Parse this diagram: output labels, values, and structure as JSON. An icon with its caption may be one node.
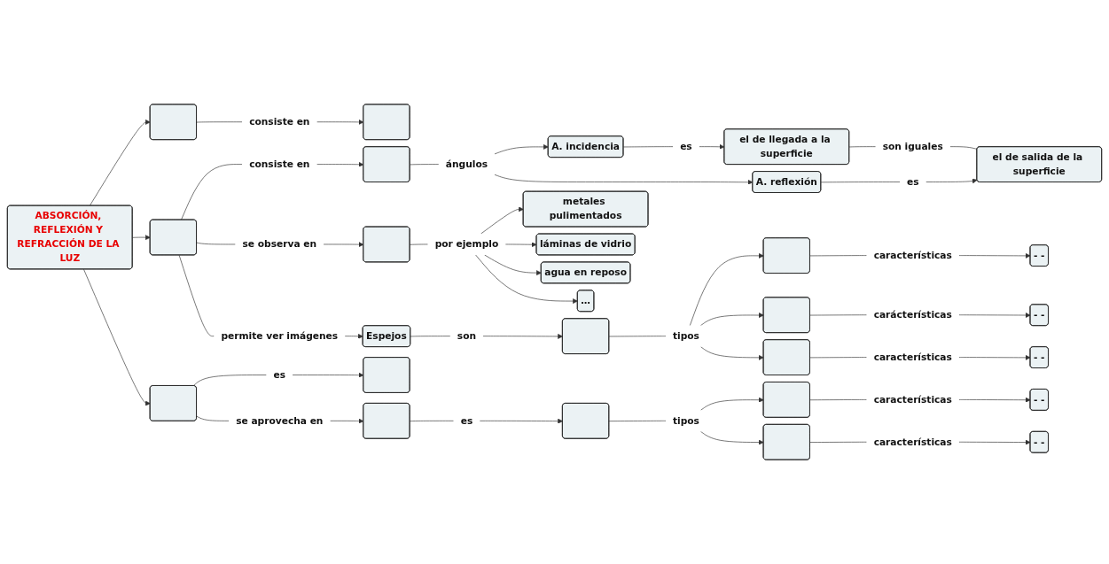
{
  "diagram": {
    "nodes": [
      {
        "text": [
          "ABSORCIÓN, REFLEXIÓN Y REFRACCIÓN DE LA LUZ"
        ]
      },
      {
        "text": [],
        "shape": "box"
      },
      {
        "text": [
          "consiste en"
        ]
      },
      {
        "text": [],
        "shape": "box"
      },
      {
        "text": [],
        "shape": "box"
      },
      {
        "text": [
          "consiste en"
        ]
      },
      {
        "text": [],
        "shape": "box"
      },
      {
        "text": [
          "ángulos"
        ]
      },
      {
        "text": [
          "A. incidencia"
        ]
      },
      {
        "text": [
          "es"
        ]
      },
      {
        "text": [
          "el de llegada a la superficie"
        ]
      },
      {
        "text": [
          "A. reflexión"
        ]
      },
      {
        "text": [
          "es"
        ]
      },
      {
        "text": [
          "el de salida de la superficie"
        ]
      },
      {
        "text": [
          "son iguales"
        ]
      },
      {
        "text": [
          "se observa **en**"
        ]
      },
      {
        "text": [],
        "shape": "box"
      },
      {
        "text": [
          "por ejemplo"
        ]
      },
      {
        "text": [
          "metales pulimentados"
        ]
      },
      {
        "text": [
          "láminas de vidrio"
        ]
      },
      {
        "text": [
          "agua en reposo"
        ]
      },
      {
        "text": [
          "…"
        ]
      },
      {
        "text": [
          "permite ver imágenes"
        ]
      },
      {
        "text": [
          "Espejos"
        ]
      },
      {
        "text": [
          "son"
        ]
      },
      {
        "text": [],
        "shape": "box"
      },
      {
        "text": [
          "tipos"
        ]
      },
      {
        "text": [],
        "shape": "box"
      },
      {
        "text": [
          "características"
        ]
      },
      {
        "text": [
          "- -"
        ]
      },
      {
        "text": [],
        "shape": "box"
      },
      {
        "text": [
          "carácterísticas"
        ]
      },
      {
        "text": [
          "- -"
        ]
      },
      {
        "text": [],
        "shape": "box"
      },
      {
        "text": [
          "características"
        ]
      },
      {
        "text": [
          "- -"
        ]
      },
      {
        "text": [],
        "shape": "box"
      },
      {
        "text": [
          "es"
        ]
      },
      {
        "text": [],
        "shape": "box"
      },
      {
        "text": [
          "se aprovecha en"
        ]
      },
      {
        "text": [],
        "shape": "box"
      },
      {
        "text": [
          "es"
        ]
      },
      {
        "text": [],
        "shape": "box"
      },
      {
        "text": [
          "tipos"
        ]
      },
      {
        "text": [],
        "shape": "box"
      },
      {
        "text": [
          "características"
        ]
      },
      {
        "text": [
          "- -"
        ]
      },
      {
        "text": [],
        "shape": "box"
      },
      {
        "text": [
          "características"
        ]
      },
      {
        "text": [
          "- -"
        ]
      }
    ],
    "edges": [
      {
        "from": 0,
        "to": 1,
        "arrow": "to"
      },
      {
        "from": 0,
        "to": 4,
        "arrow": "to"
      },
      {
        "from": 0,
        "to": 36,
        "arrow": "to"
      },
      {
        "from": 1,
        "to": 2,
        "arrow": "none"
      },
      {
        "from": 2,
        "to": 3,
        "arrow": "to"
      },
      {
        "from": 4,
        "to": 5,
        "arrow": "none"
      },
      {
        "from": 5,
        "to": 6,
        "arrow": "to"
      },
      {
        "from": 6,
        "to": 7,
        "arrow": "none"
      },
      {
        "from": 7,
        "to": 8,
        "arrow": "to"
      },
      {
        "from": 7,
        "to": 11,
        "arrow": "to"
      },
      {
        "from": 8,
        "to": 9,
        "arrow": "none"
      },
      {
        "from": 9,
        "to": 10,
        "arrow": "to"
      },
      {
        "from": 11,
        "to": 12,
        "arrow": "none"
      },
      {
        "from": 12,
        "to": 13,
        "arrow": "to"
      },
      {
        "from": 10,
        "to": 14,
        "arrow": "none"
      },
      {
        "from": 14,
        "to": 13,
        "arrow": "none"
      },
      {
        "from": 4,
        "to": 15,
        "arrow": "none"
      },
      {
        "from": 15,
        "to": 16,
        "arrow": "to"
      },
      {
        "from": 16,
        "to": 17,
        "arrow": "none"
      },
      {
        "from": 17,
        "to": 18,
        "arrow": "to"
      },
      {
        "from": 17,
        "to": 19,
        "arrow": "to"
      },
      {
        "from": 17,
        "to": 20,
        "arrow": "to"
      },
      {
        "from": 17,
        "to": 21,
        "arrow": "to"
      },
      {
        "from": 4,
        "to": 22,
        "arrow": "none"
      },
      {
        "from": 22,
        "to": 23,
        "arrow": "to"
      },
      {
        "from": 23,
        "to": 24,
        "arrow": "none"
      },
      {
        "from": 24,
        "to": 25,
        "arrow": "to"
      },
      {
        "from": 25,
        "to": 26,
        "arrow": "none"
      },
      {
        "from": 26,
        "to": 27,
        "arrow": "to"
      },
      {
        "from": 26,
        "to": 30,
        "arrow": "to"
      },
      {
        "from": 26,
        "to": 33,
        "arrow": "to"
      },
      {
        "from": 27,
        "to": 28,
        "arrow": "none"
      },
      {
        "from": 28,
        "to": 29,
        "arrow": "to"
      },
      {
        "from": 30,
        "to": 31,
        "arrow": "none"
      },
      {
        "from": 31,
        "to": 32,
        "arrow": "to"
      },
      {
        "from": 33,
        "to": 34,
        "arrow": "none"
      },
      {
        "from": 34,
        "to": 35,
        "arrow": "to"
      },
      {
        "from": 36,
        "to": 37,
        "arrow": "none"
      },
      {
        "from": 37,
        "to": 38,
        "arrow": "to"
      },
      {
        "from": 36,
        "to": 39,
        "arrow": "none"
      },
      {
        "from": 39,
        "to": 40,
        "arrow": "to"
      },
      {
        "from": 40,
        "to": 41,
        "arrow": "none"
      },
      {
        "from": 41,
        "to": 42,
        "arrow": "to"
      },
      {
        "from": 42,
        "to": 43,
        "arrow": "none"
      },
      {
        "from": 43,
        "to": 44,
        "arrow": "to"
      },
      {
        "from": 43,
        "to": 47,
        "arrow": "to"
      },
      {
        "from": 44,
        "to": 45,
        "arrow": "none"
      },
      {
        "from": 45,
        "to": 46,
        "arrow": "to"
      },
      {
        "from": 47,
        "to": 48,
        "arrow": "none"
      },
      {
        "from": 48,
        "to": 49,
        "arrow": "to"
      }
    ]
  }
}
